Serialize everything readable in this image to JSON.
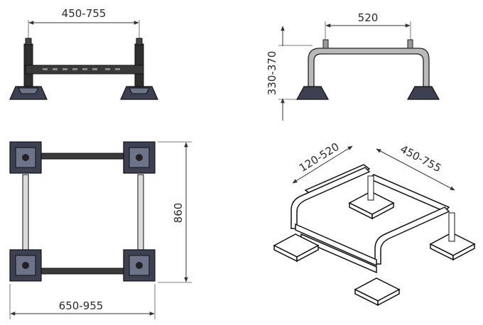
{
  "dimensions": {
    "front_width": "450-755",
    "side_width": "520",
    "side_height": "330-370",
    "top_depth": "860",
    "top_width": "650-955",
    "iso_left": "120-520",
    "iso_right": "450-755"
  },
  "colors": {
    "foot_dark": "#3c4050",
    "foot_light": "#6d7388",
    "steel_gray": "#b9b9b9"
  }
}
